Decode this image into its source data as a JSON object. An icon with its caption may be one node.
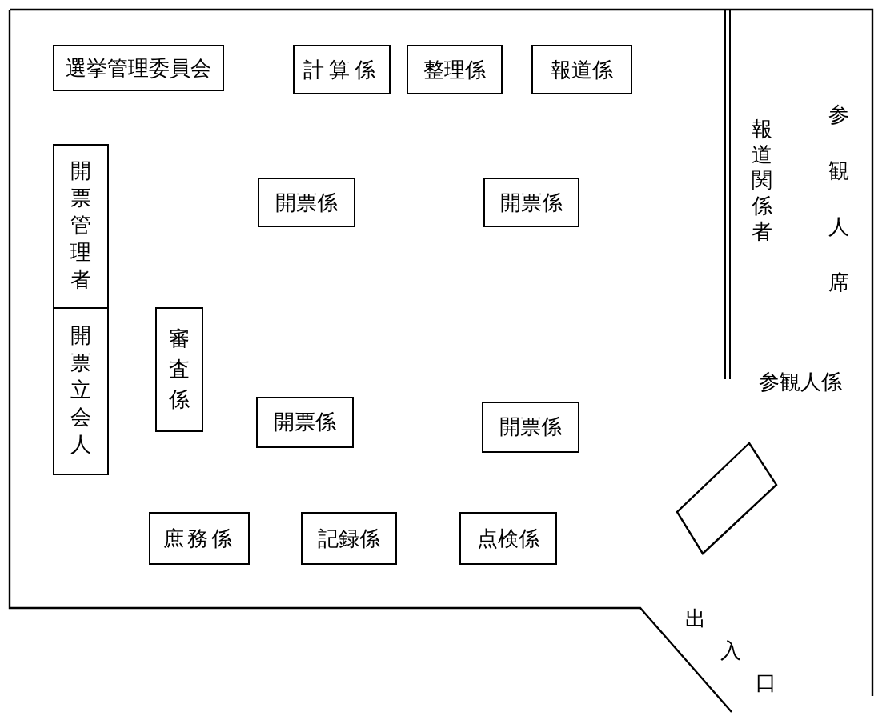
{
  "diagram": {
    "nodes": [
      {
        "text": [
          "選挙管理委員会"
        ]
      },
      {
        "text": [
          "計算係"
        ]
      },
      {
        "text": [
          "整理係"
        ]
      },
      {
        "text": [
          "報道係"
        ]
      },
      {
        "text": [
          "開票管理者"
        ]
      },
      {
        "text": [
          "開票係"
        ]
      },
      {
        "text": [
          "開票係"
        ]
      },
      {
        "text": [
          "開票立会人"
        ]
      },
      {
        "text": [
          "審査係"
        ]
      },
      {
        "text": [
          "開票係"
        ]
      },
      {
        "text": [
          "開票係"
        ]
      },
      {
        "text": [],
        "shape": "box"
      },
      {
        "text": [
          "庶務係"
        ]
      },
      {
        "text": [
          "記録係"
        ]
      },
      {
        "text": [
          "点検係"
        ]
      }
    ],
    "labels": [
      "報道関係者",
      "参観人席",
      "参観人係",
      "出入口"
    ]
  }
}
